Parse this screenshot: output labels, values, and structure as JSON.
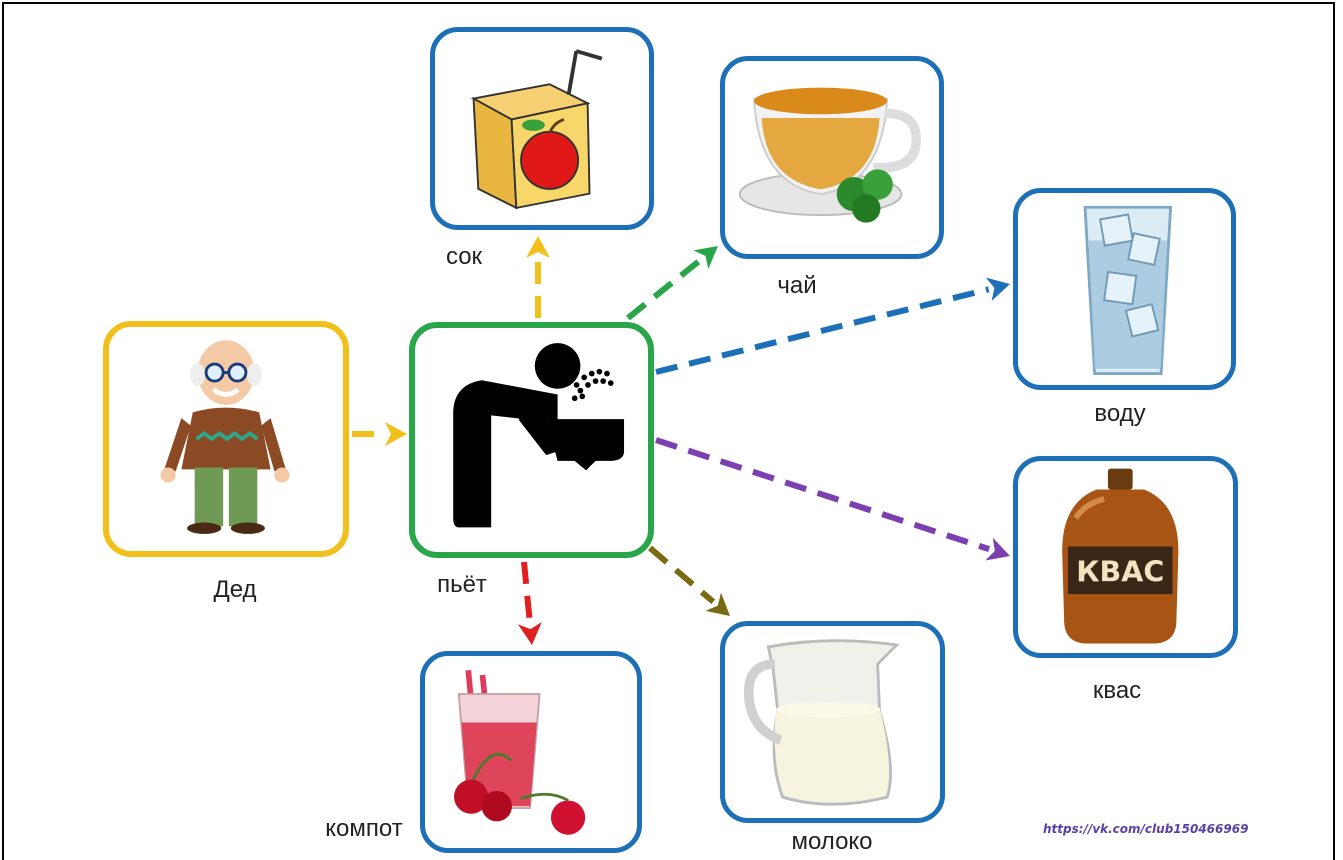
{
  "colors": {
    "card_border": "#1d6fb8",
    "subject": "#f2c01a",
    "verb": "#2aa64a",
    "sok": "#f2c01a",
    "chai": "#2aa64a",
    "vodu": "#1d6fb8",
    "kvas": "#7b3fb0",
    "moloko": "#7a6a12",
    "kompot": "#e02020"
  },
  "subject": {
    "label": "Дед",
    "icon": "grandfather-icon"
  },
  "verb": {
    "label": "пьёт",
    "icon": "drinking-fountain-icon"
  },
  "objects": [
    {
      "key": "sok",
      "label": "сок",
      "icon": "juice-box-icon"
    },
    {
      "key": "chai",
      "label": "чай",
      "icon": "tea-cup-icon"
    },
    {
      "key": "vodu",
      "label": "воду",
      "icon": "water-glass-icon"
    },
    {
      "key": "kvas",
      "label": "квас",
      "icon": "kvass-bottle-icon",
      "bottle_text": "КВАС"
    },
    {
      "key": "moloko",
      "label": "молоко",
      "icon": "milk-jug-icon"
    },
    {
      "key": "kompot",
      "label": "компот",
      "icon": "compote-glass-icon"
    }
  ],
  "credit": "https://vk.com/club150466969"
}
